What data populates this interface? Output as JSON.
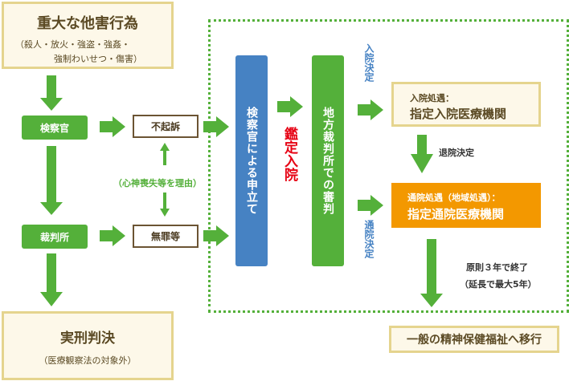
{
  "serious_harm": {
    "title": "重大な他害行為",
    "detail_line1": "（殺人・放火・強盗・強姦・",
    "detail_line2": "強制わいせつ・傷害）"
  },
  "prosecutor": "検察官",
  "court": "裁判所",
  "non_prosecution": "不起訴",
  "acquittal": "無罪等",
  "reason": "（心神喪失等を理由）",
  "actual_sentence": {
    "title": "実刑判決",
    "note": "（医療観察法の対象外）"
  },
  "prosecutor_petition": "検察官による申立て",
  "assessment_admission": "鑑定入院",
  "district_court_trial": "地方裁判所での審判",
  "admission_decision": "入院決定",
  "outpatient_decision": "通院決定",
  "inpatient_care": {
    "label": "入院処遇：",
    "facility": "指定入院医療機関"
  },
  "discharge_decision": "退院決定",
  "outpatient_care": {
    "label": "通院処遇（地域処遇）：",
    "facility": "指定通院医療機関"
  },
  "term_note": {
    "line1": "原則３年で終了",
    "line2": "（延長で最大5年）"
  },
  "general_welfare": "一般の精神保健福祉へ移行",
  "colors": {
    "green": "#54b03a",
    "blue": "#4682c3",
    "orange": "#f39800",
    "red": "#e60012",
    "cream": "#fdf8e9",
    "cream_border": "#e5d48e",
    "brown_text": "#5b4a24"
  }
}
